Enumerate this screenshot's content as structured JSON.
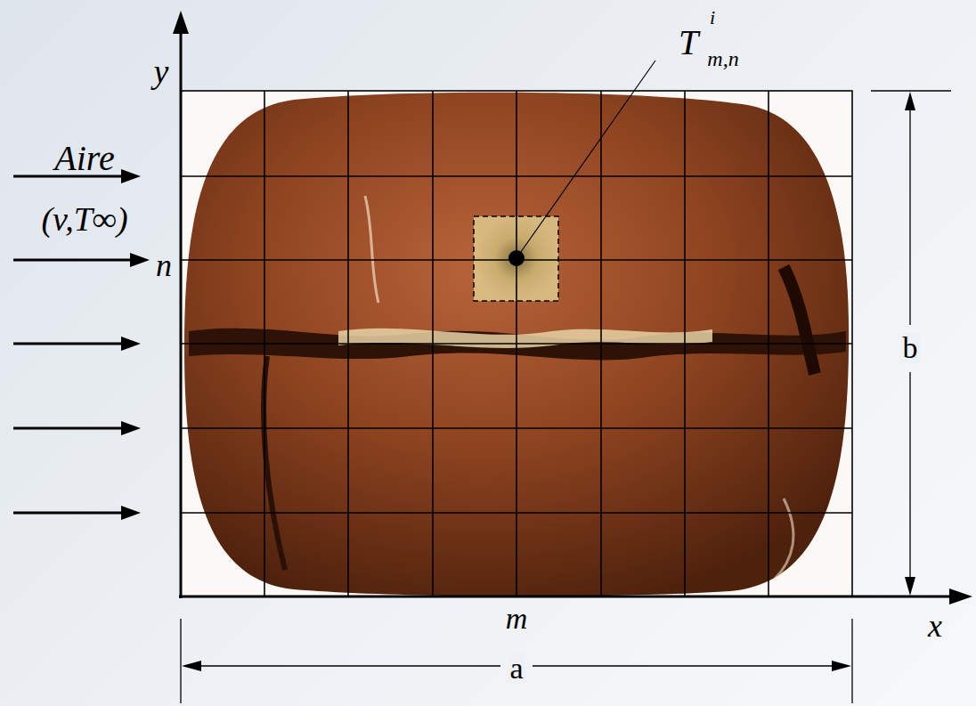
{
  "diagram": {
    "labels": [
      "y",
      "Aire",
      "(v,T∞)",
      "n",
      "T",
      "i",
      "m,n",
      "b",
      "m",
      "x",
      "a"
    ]
  }
}
